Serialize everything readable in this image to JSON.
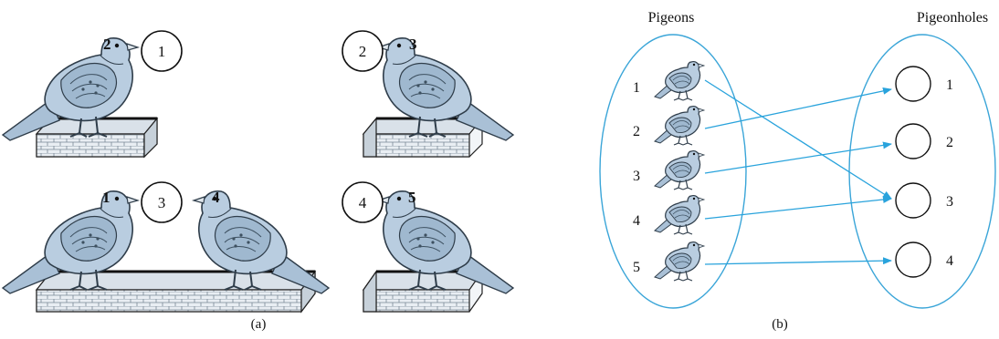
{
  "panel_a": {
    "caption": "(a)",
    "holes": [
      "1",
      "2",
      "3",
      "4"
    ],
    "pigeon_numbers": [
      "2",
      "3",
      "1",
      "4",
      "5"
    ]
  },
  "panel_b": {
    "caption": "(b)",
    "pigeons_title": "Pigeons",
    "pigeonholes_title": "Pigeonholes",
    "pigeon_labels": [
      "1",
      "2",
      "3",
      "4",
      "5"
    ],
    "hole_labels": [
      "1",
      "2",
      "3",
      "4"
    ],
    "mapping": [
      {
        "pigeon": "1",
        "hole": "3"
      },
      {
        "pigeon": "2",
        "hole": "1"
      },
      {
        "pigeon": "3",
        "hole": "2"
      },
      {
        "pigeon": "4",
        "hole": "3"
      },
      {
        "pigeon": "5",
        "hole": "4"
      }
    ]
  },
  "colors": {
    "pigeon_body": "#b9cde0",
    "pigeon_wing": "#9fb8cf",
    "pigeon_outline": "#2f3d4a",
    "arrow": "#29a3dc",
    "ellipse": "#3aa5d8",
    "brick": "#e9eef3"
  }
}
